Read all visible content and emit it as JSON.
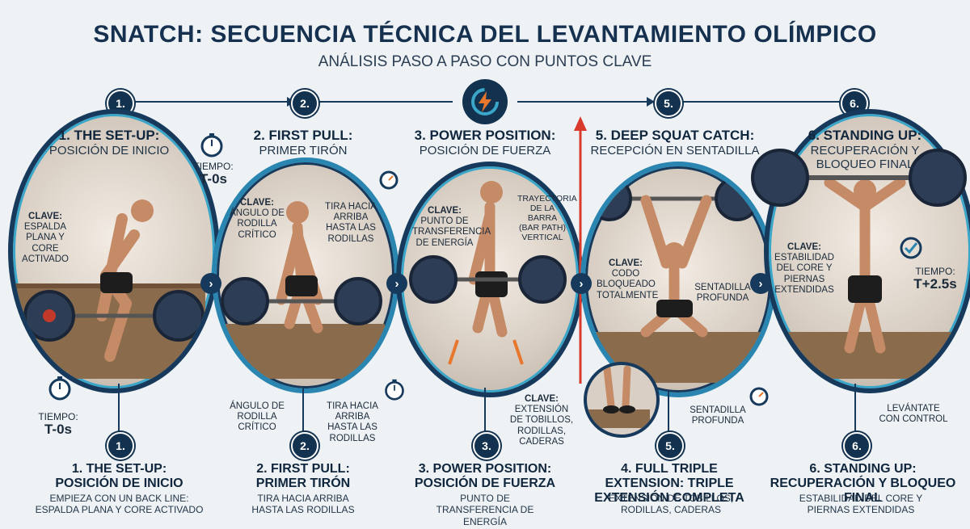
{
  "header": {
    "title": "SNATCH: SECUENCIA TÉCNICA DEL LEVANTAMIENTO OLÍMPICO",
    "subtitle": "ANÁLISIS PASO A PASO CON PUNTOS CLAVE"
  },
  "top_numbers": [
    "1.",
    "2.",
    "5.",
    "6."
  ],
  "panels": [
    {
      "title": "1. THE SET-UP:",
      "subtitle": "POSICIÓN DE INICIO",
      "key_label": "CLAVE:",
      "key_text": "ESPALDA PLANA Y CORE ACTIVADO"
    },
    {
      "title": "2. FIRST PULL:",
      "subtitle": "PRIMER TIRÓN",
      "key_label": "CLAVE:",
      "key_text": "ÁNGULO DE RODILLA CRÍTICO",
      "side_note": "TIRA HACIA ARRIBA HASTA LAS RODILLAS"
    },
    {
      "title": "3. POWER POSITION:",
      "subtitle": "POSICIÓN DE FUERZA",
      "key_label": "CLAVE:",
      "key_text": "PUNTO DE TRANSFERENCIA DE ENERGÍA",
      "bar_path": "TRAYECTORIA DE LA BARRA (BAR PATH) VERTICAL"
    },
    {
      "title": "5. DEEP SQUAT CATCH:",
      "subtitle": "RECEPCIÓN EN SENTADILLA",
      "key_label": "CLAVE:",
      "key_text": "CODO BLOQUEADO TOTALMENTE",
      "side_note": "SENTADILLA PROFUNDA"
    },
    {
      "title": "6. STANDING UP:",
      "subtitle": "RECUPERACIÓN Y BLOQUEO FINAL",
      "key_label": "CLAVE:",
      "key_text": "ESTABILIDAD DEL CORE Y PIERNAS EXTENDIDAS"
    }
  ],
  "timers": {
    "t1_label": "TIEMPO:",
    "t1_value": "T-0s",
    "t2_label": "TIEMPO:",
    "t2_value": "T-0s",
    "t3_label": "TIEMPO:",
    "t3_value": "T+2.5s"
  },
  "mid_notes": {
    "n2a": "ÁNGULO DE RODILLA CRÍTICO",
    "n2b": "TIRA HACIA ARRIBA HASTA LAS RODILLAS",
    "n3_label": "CLAVE:",
    "n3": "EXTENSIÓN DE TOBILLOS, RODILLAS, CADERAS",
    "n5": "SENTADILLA PROFUNDA",
    "n6": "LEVÁNTATE CON CONTROL"
  },
  "bottom_numbers": [
    "1.",
    "2.",
    "3.",
    "5.",
    "6."
  ],
  "bottom": [
    {
      "title": "1. THE SET-UP: POSICIÓN DE INICIO",
      "desc": "EMPIEZA CON UN BACK LINE: ESPALDA PLANA Y CORE ACTIVADO"
    },
    {
      "title": "2. FIRST PULL: PRIMER TIRÓN",
      "desc": "TIRA HACIA ARRIBA HASTA LAS RODILLAS"
    },
    {
      "title": "3. POWER POSITION: POSICIÓN DE FUERZA",
      "desc": "PUNTO DE TRANSFERENCIA DE ENERGÍA"
    },
    {
      "title": "4. FULL TRIPLE EXTENSION: TRIPLE EXTENSIÓN COMPLETA",
      "desc": "EXTENSIÓN DE TOBILLOS, RODILLAS, CADERAS"
    },
    {
      "title": "6. STANDING UP: RECUPERACIÓN Y BLOQUEO FINAL",
      "desc": "ESTABILIDAD DEL CORE Y PIERNAS EXTENDIDAS"
    }
  ],
  "colors": {
    "navy": "#173a5c",
    "accent": "#2a86b0",
    "orange": "#e8772e",
    "red": "#d93a2b"
  },
  "icons": [
    "stopwatch-icon",
    "gauge-icon",
    "power-icon",
    "check-icon",
    "arrow-right-icon"
  ]
}
